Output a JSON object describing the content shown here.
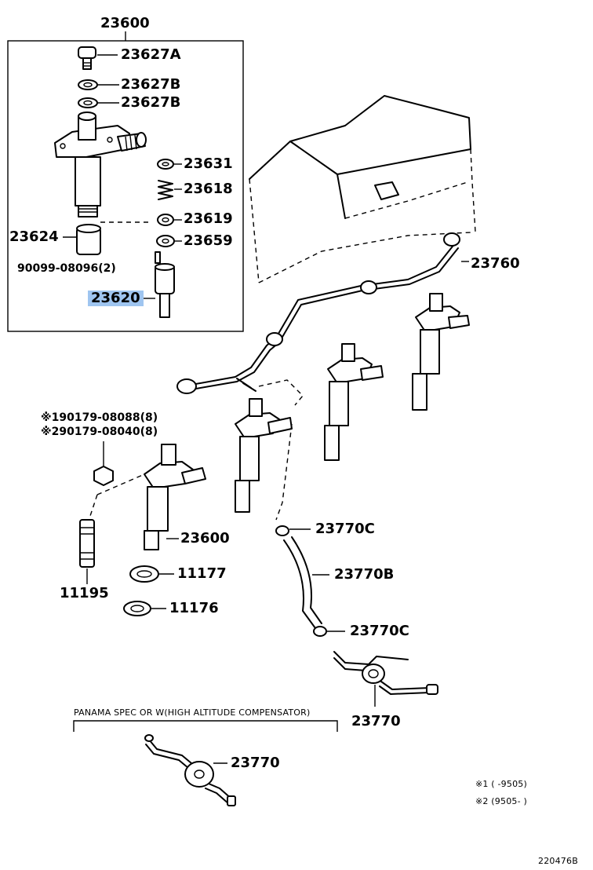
{
  "labels": {
    "p23600_top": "23600",
    "p23627a": "23627A",
    "p23627b_1": "23627B",
    "p23627b_2": "23627B",
    "p23631": "23631",
    "p23618": "23618",
    "p23619": "23619",
    "p23624": "23624",
    "p23659": "23659",
    "p90099": "90099-08096(2)",
    "p23620": "23620",
    "p23760": "23760",
    "p90179_1": "※190179-08088(8)",
    "p90179_2": "※290179-08040(8)",
    "p23600_mid": "23600",
    "p11177": "11177",
    "p11195": "11195",
    "p11176": "11176",
    "p23770c_1": "23770C",
    "p23770b": "23770B",
    "p23770c_2": "23770C",
    "p23770_1": "23770",
    "panama_note": "PANAMA SPEC OR W(HIGH ALTITUDE COMPENSATOR)",
    "p23770_2": "23770",
    "note1": "※1 (     -9505)",
    "note2": "※2 (9505-      )",
    "ref": "220476B"
  },
  "highlight_color": "#9fc5f0"
}
